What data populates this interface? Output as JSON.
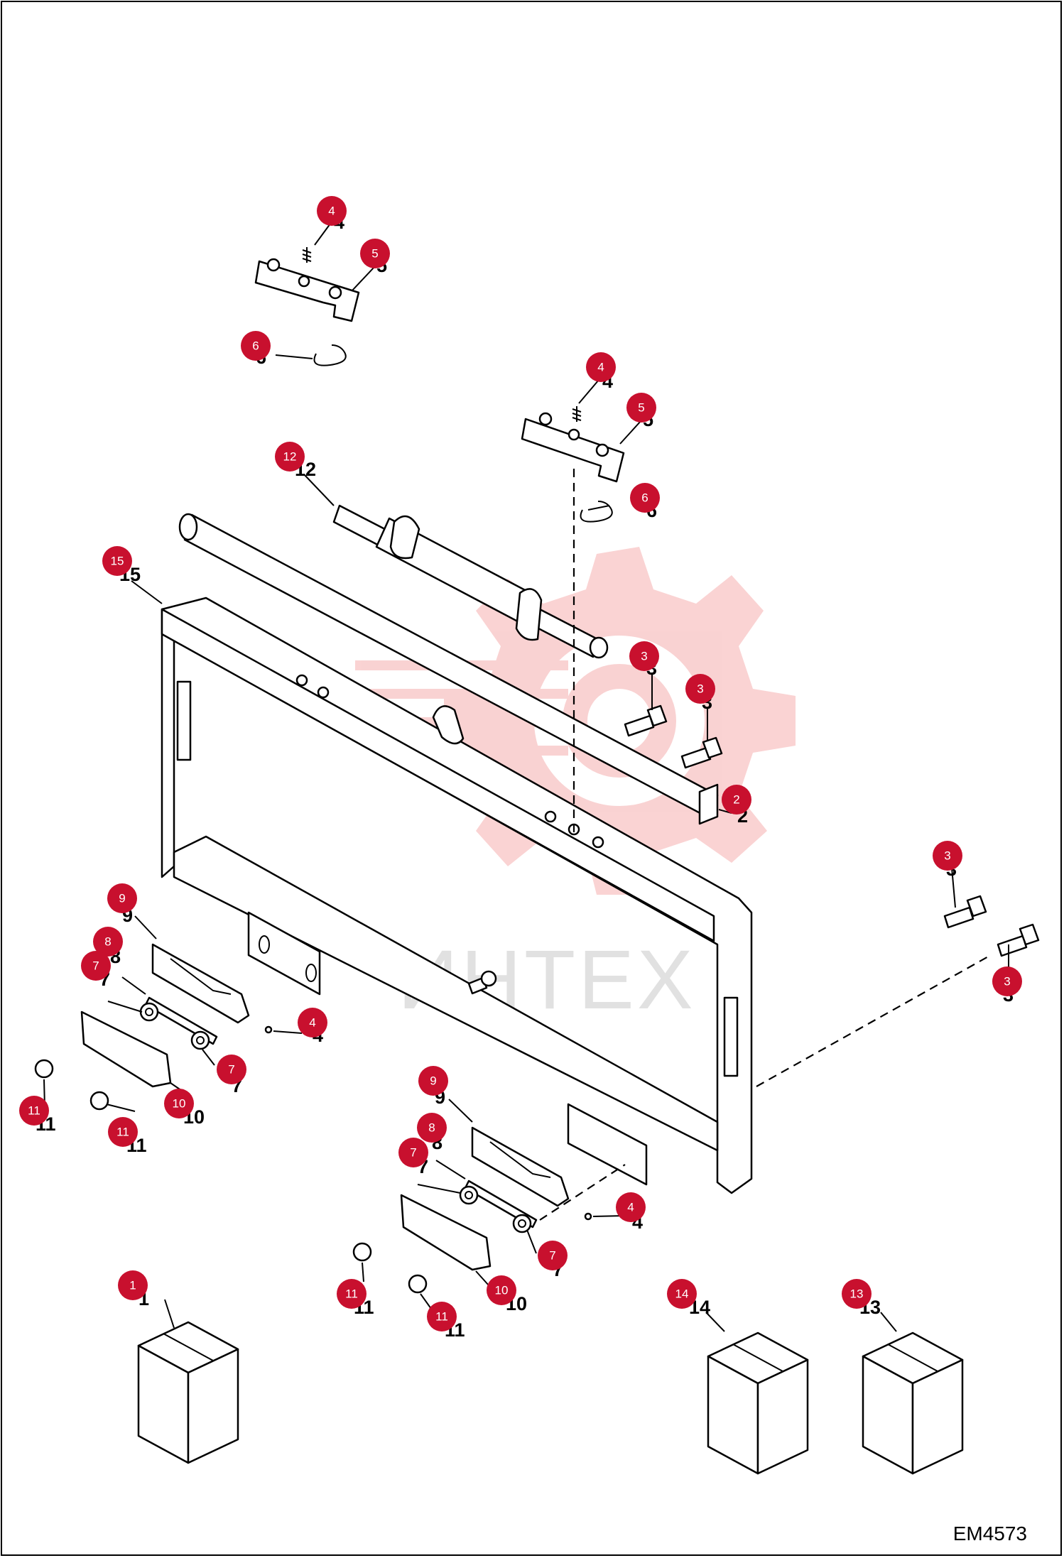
{
  "drawing_code": "EM4573",
  "watermark": {
    "text": "ИНТЕХ",
    "color": "#f4a7a7"
  },
  "colors": {
    "badge": "#c8102e",
    "badge_text": "#ffffff",
    "line": "#000000"
  },
  "callouts": [
    {
      "num": "1",
      "label": "1"
    },
    {
      "num": "2",
      "label": "2"
    },
    {
      "num": "3",
      "label": "3"
    },
    {
      "num": "3",
      "label": "3"
    },
    {
      "num": "3",
      "label": "3"
    },
    {
      "num": "3",
      "label": "3"
    },
    {
      "num": "4",
      "label": "4"
    },
    {
      "num": "4",
      "label": "4"
    },
    {
      "num": "4",
      "label": "4"
    },
    {
      "num": "4",
      "label": "4"
    },
    {
      "num": "5",
      "label": "5"
    },
    {
      "num": "5",
      "label": "5"
    },
    {
      "num": "6",
      "label": "6"
    },
    {
      "num": "6",
      "label": "6"
    },
    {
      "num": "7",
      "label": "7"
    },
    {
      "num": "7",
      "label": "7"
    },
    {
      "num": "7",
      "label": "7"
    },
    {
      "num": "7",
      "label": "7"
    },
    {
      "num": "8",
      "label": "8"
    },
    {
      "num": "8",
      "label": "8"
    },
    {
      "num": "9",
      "label": "9"
    },
    {
      "num": "9",
      "label": "9"
    },
    {
      "num": "10",
      "label": "10"
    },
    {
      "num": "10",
      "label": "10"
    },
    {
      "num": "11",
      "label": "11"
    },
    {
      "num": "11",
      "label": "11"
    },
    {
      "num": "11",
      "label": "11"
    },
    {
      "num": "11",
      "label": "11"
    },
    {
      "num": "12",
      "label": "12"
    },
    {
      "num": "13",
      "label": "13"
    },
    {
      "num": "14",
      "label": "14"
    },
    {
      "num": "15",
      "label": "15"
    }
  ]
}
